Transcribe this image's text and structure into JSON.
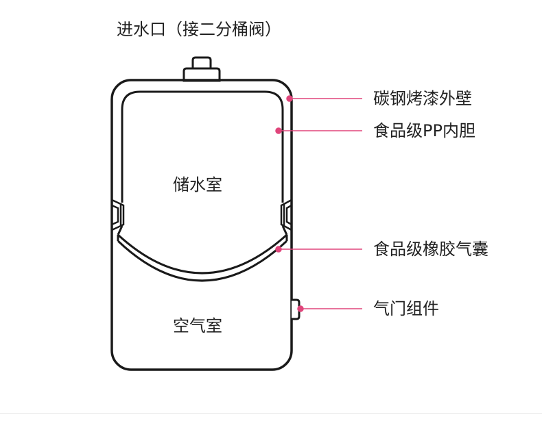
{
  "labels": {
    "inlet": "进水口（接二分桶阀）",
    "storage_chamber": "储水室",
    "air_chamber": "空气室"
  },
  "callouts": {
    "outer_wall": "碳钢烤漆外壁",
    "inner_liner": "食品级PP内胆",
    "bladder": "食品级橡胶气囊",
    "valve": "气门组件"
  },
  "colors": {
    "outline": "#1a1a1a",
    "leader": "#e0457b",
    "text": "#222222"
  }
}
